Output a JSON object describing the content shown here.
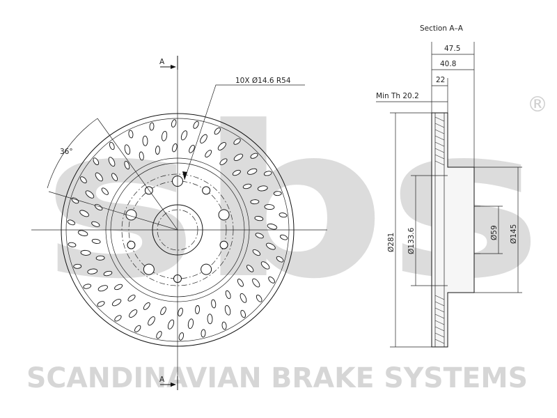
{
  "watermark": {
    "logo_letters": "sbs",
    "registered_mark": "®",
    "company": "SCANDINAVIAN BRAKE SYSTEMS"
  },
  "front_view": {
    "section_mark_top": "A",
    "section_mark_bottom": "A",
    "hole_callout": "10X  Ø14.6  R54",
    "angle": "36°",
    "bolt_holes": 5,
    "small_holes": 5,
    "drilled_rows": 30
  },
  "section_view": {
    "title": "Section  A–A",
    "dim_total_width": "47.5",
    "dim_hub_width": "40.8",
    "dim_rotor_width": "22",
    "min_thickness": "Min Th  20.2",
    "dim_outer_diameter": "Ø281",
    "dim_hat_diameter": "Ø133.6",
    "dim_center_bore": "Ø59",
    "dim_hub_diameter": "Ø145"
  }
}
